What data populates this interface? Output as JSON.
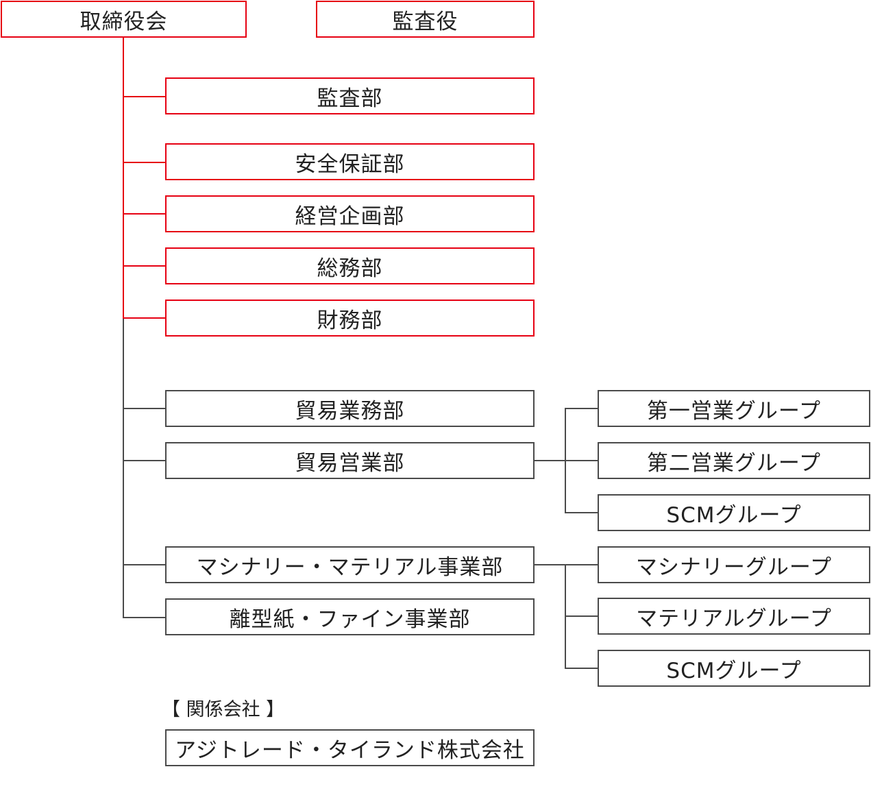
{
  "colors": {
    "management": "#e60012",
    "business": "#4a4a4a"
  },
  "top": {
    "board": "取締役会",
    "auditor": "監査役"
  },
  "staff_departments": [
    "監査部",
    "安全保証部",
    "経営企画部",
    "総務部",
    "財務部"
  ],
  "business_departments": [
    "貿易業務部",
    "貿易営業部",
    "マシナリー・マテリアル事業部",
    "離型紙・ファイン事業部"
  ],
  "trade_sales_groups": [
    "第一営業グループ",
    "第二営業グループ",
    "SCMグループ"
  ],
  "machinery_material_groups": [
    "マシナリーグループ",
    "マテリアルグループ",
    "SCMグループ"
  ],
  "affiliates": {
    "label": "【 関係会社 】",
    "companies": [
      "アジトレード・タイランド株式会社"
    ]
  }
}
